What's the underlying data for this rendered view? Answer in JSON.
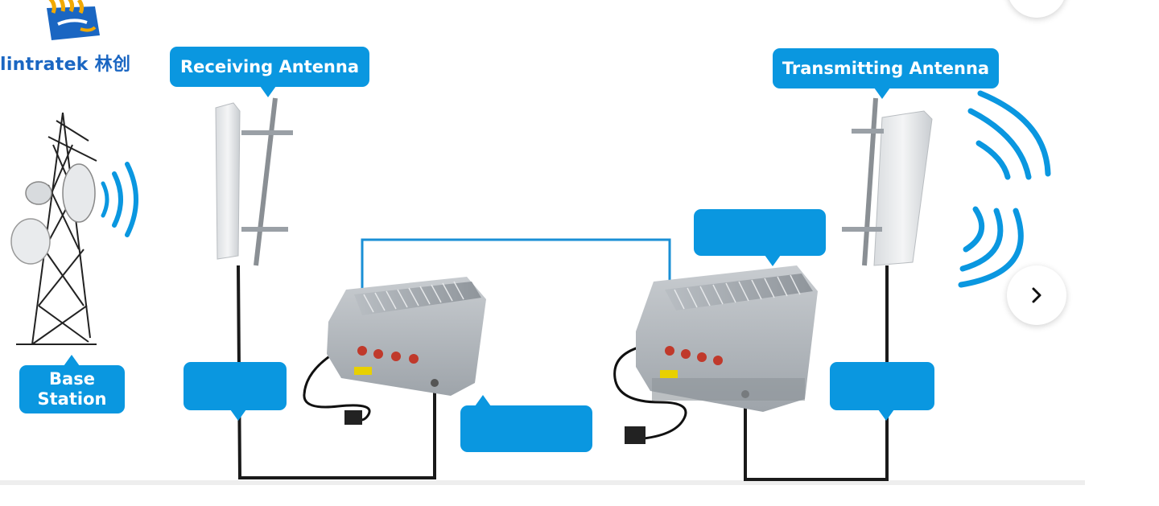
{
  "logo": {
    "brand": "lintratek 林创"
  },
  "labels": {
    "receiving_antenna": "Receiving Antenna",
    "transmitting_antenna": "Transmitting Antenna",
    "base_station_line1": "Base",
    "base_station_line2": "Station"
  },
  "colors": {
    "callout_blue": "#0a97e0",
    "logo_blue": "#1a66c2",
    "cable_black": "#1a1a1a",
    "signal_blue": "#0a97e0"
  },
  "icons": {
    "next": "chevron-right-icon"
  }
}
